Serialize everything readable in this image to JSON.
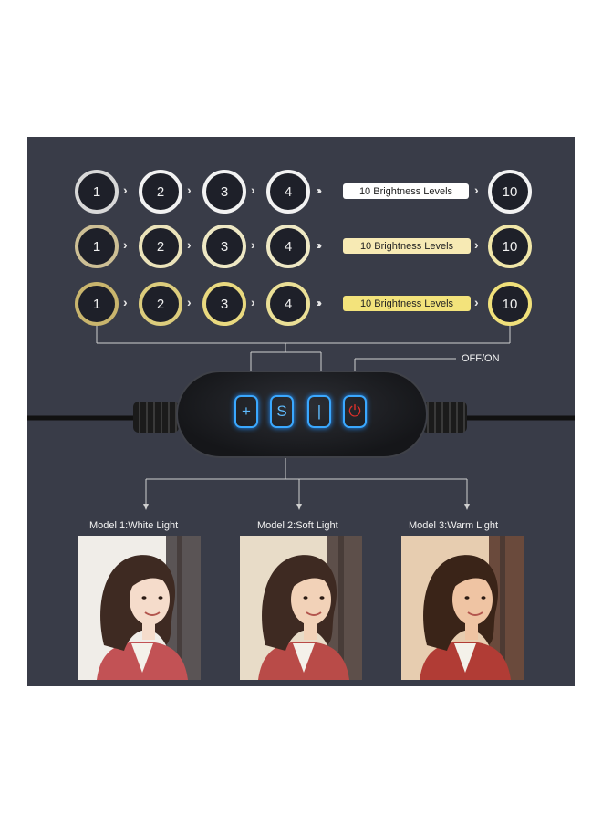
{
  "rows": [
    {
      "steps": [
        "1",
        "2",
        "3",
        "4"
      ],
      "levels_label": "10 Brightness Levels",
      "final": "10",
      "ring_colors": [
        "#d8d8d8",
        "#f2f2f2",
        "#f2f2f2",
        "#f2f2f2"
      ],
      "final_color": "#f2f2f2",
      "pill_color": "#ffffff"
    },
    {
      "steps": [
        "1",
        "2",
        "3",
        "4"
      ],
      "levels_label": "10 Brightness Levels",
      "final": "10",
      "ring_colors": [
        "#cdbf95",
        "#ebe3ba",
        "#eee8c4",
        "#eee8c4"
      ],
      "final_color": "#f0e6a8",
      "pill_color": "#f7eab4"
    },
    {
      "steps": [
        "1",
        "2",
        "3",
        "4"
      ],
      "levels_label": "10 Brightness Levels",
      "final": "10",
      "ring_colors": [
        "#c9b56d",
        "#dccc7c",
        "#e9d97f",
        "#eadf96"
      ],
      "final_color": "#f0e07a",
      "pill_color": "#f3e37b"
    }
  ],
  "controller": {
    "buttons": [
      {
        "name": "plus-button",
        "symbol": "+"
      },
      {
        "name": "mode-button",
        "symbol": "S"
      },
      {
        "name": "minus-button",
        "symbol": "|"
      },
      {
        "name": "power-button",
        "symbol": "⏻"
      }
    ],
    "power_label": "OFF/ON",
    "accent_color": "#3aa8ff",
    "power_color": "#e0302a"
  },
  "modes": [
    {
      "label": "Model 1:White Light",
      "tint": "#f0ede8"
    },
    {
      "label": "Model 2:Soft Light",
      "tint": "#e8dcc8"
    },
    {
      "label": "Model 3:Warm Light",
      "tint": "#e7cdb0"
    }
  ]
}
